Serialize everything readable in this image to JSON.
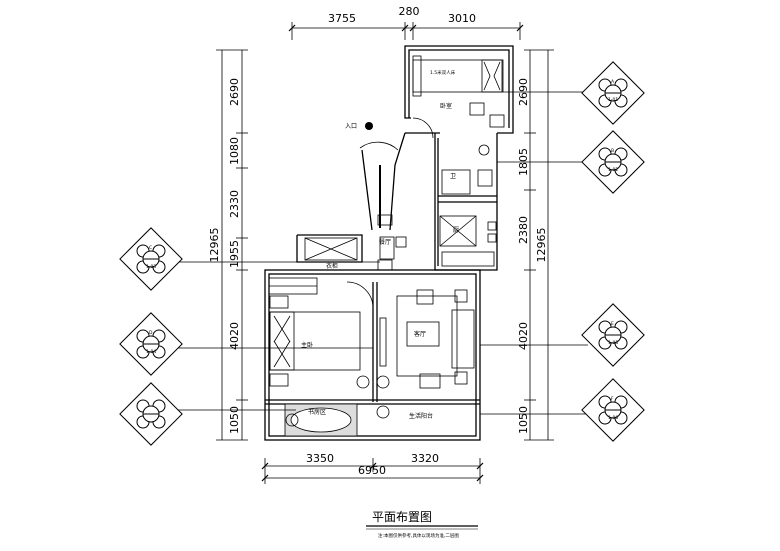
{
  "drawing": {
    "title": "平面布置图",
    "subtitle": "注:本图仅供参考,具体以现场为准,二层图"
  },
  "dimensions": {
    "top": [
      "3755",
      "280",
      "3010"
    ],
    "bottom_parts": [
      "3350",
      "3320"
    ],
    "bottom_total": "6950",
    "left": [
      "2690",
      "1080",
      "2330",
      "1955",
      "4020",
      "1050"
    ],
    "left_total": "12965",
    "right": [
      "2690",
      "1805",
      "2380",
      "4020",
      "1050"
    ],
    "right_total": "12965"
  },
  "rooms": {
    "entrance": "入口",
    "bedroom_top": "卧室",
    "bedroom_top_bed": "1.5米双人床",
    "bedroom_main": "主卧",
    "living": "客厅",
    "dining": "餐厅",
    "storage": "衣柜",
    "bath": "卫",
    "kitchen": "厨",
    "study": "书房区",
    "balcony": "生活阳台"
  },
  "elevation_markers": [
    {
      "label": "A",
      "sub": "1-01"
    },
    {
      "label": "B",
      "sub": "1-02"
    },
    {
      "label": "C",
      "sub": "1-03"
    },
    {
      "label": "D",
      "sub": "1-04"
    },
    {
      "label": "E",
      "sub": "1-05"
    },
    {
      "label": "F",
      "sub": "1-06"
    }
  ]
}
